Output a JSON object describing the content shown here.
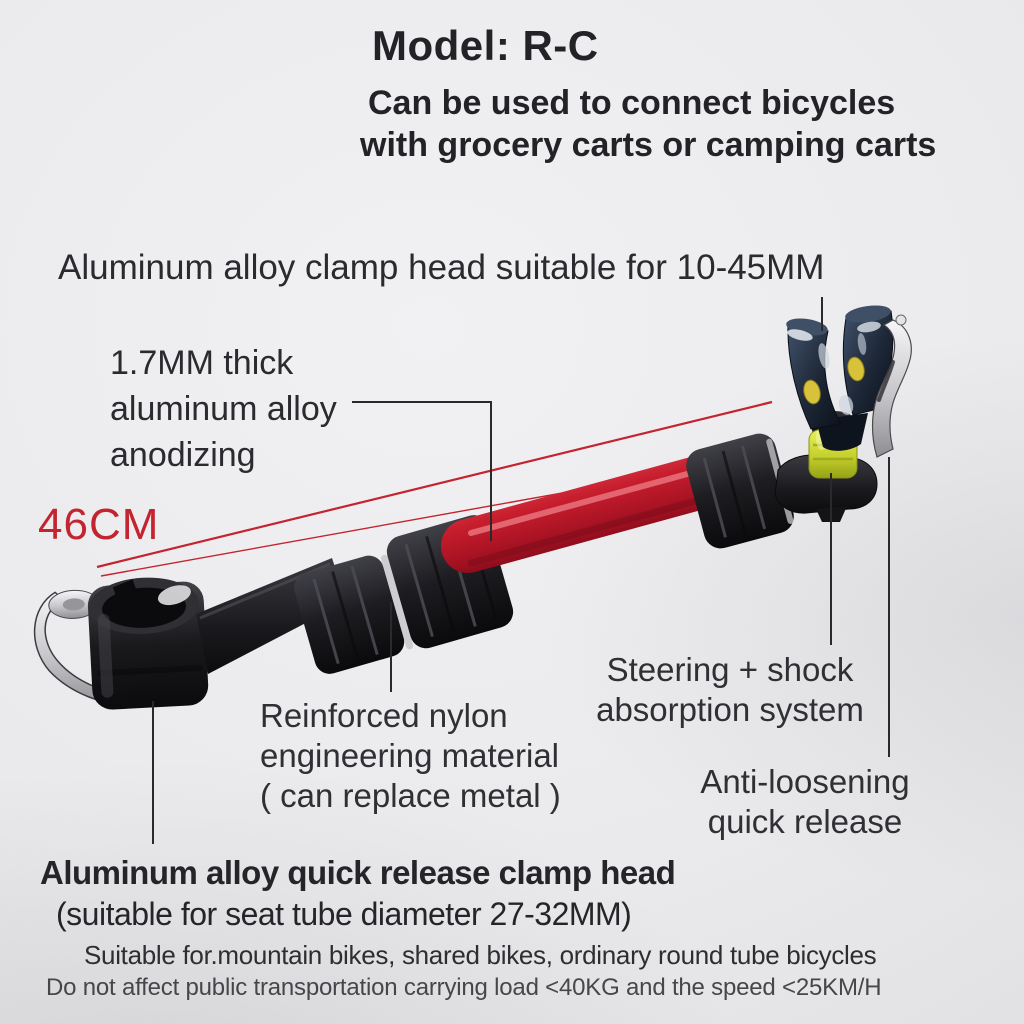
{
  "page": {
    "background_color": "#e8e8ea",
    "text_color": "#28282c",
    "accent_red": "#c3242f"
  },
  "header": {
    "model": "Model: R-C",
    "subtitle_line1": "Can be used to connect bicycles",
    "subtitle_line2": "with grocery carts or camping carts"
  },
  "callouts": {
    "clamp_head_top": "Aluminum alloy clamp head suitable for 10-45MM",
    "tube": {
      "line1": "1.7MM thick",
      "line2": "aluminum alloy",
      "line3": "anodizing"
    },
    "length": "46CM",
    "steering": {
      "line1": "Steering + shock",
      "line2": "absorption system"
    },
    "anti_loosening": {
      "line1": "Anti-loosening",
      "line2": "quick release"
    },
    "nylon": {
      "line1": "Reinforced nylon",
      "line2": "engineering material",
      "line3": "( can replace metal )"
    },
    "seat_clamp": {
      "line1": "Aluminum alloy quick release clamp head",
      "line2": "(suitable for seat tube diameter 27-32MM)"
    }
  },
  "footer": {
    "line1": "Suitable for.mountain bikes, shared bikes, ordinary round tube bicycles",
    "line2": "Do not affect public transportation carrying load <40KG and the speed <25KM/H"
  },
  "product": {
    "name": "bicycle to cart connector rod",
    "tube_color": "#c81e2e",
    "coupling_color": "#1b1b1f",
    "shock_absorber_color": "#c7d32c",
    "quick_release_lever_color": "#dedee0",
    "clamp_head_color": "#243040",
    "dimension_line_color": "#c3242f"
  }
}
